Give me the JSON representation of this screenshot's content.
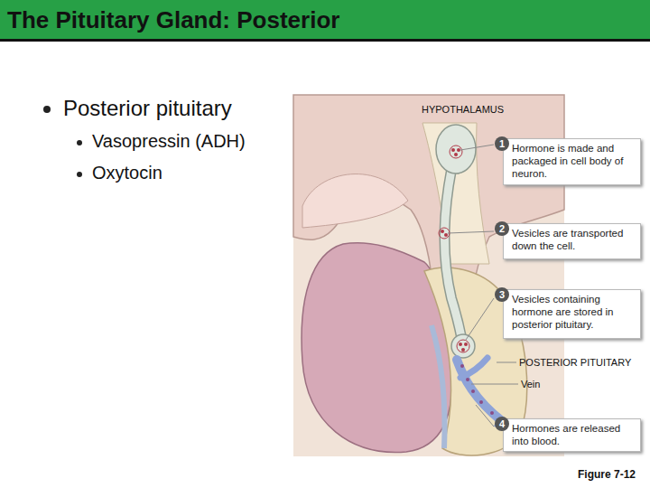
{
  "diagram": {
    "title": "The Pituitary Gland: Posterior",
    "caption": "Figure 7-12",
    "nodes": [
      {
        "text": [
          "1",
          "Hormone is made and packaged in cell body of neuron."
        ]
      },
      {
        "text": [
          "2",
          "Vesicles are transported down the cell."
        ]
      },
      {
        "text": [
          "3",
          "Vesicles containing hormone are stored in posterior pituitary."
        ]
      },
      {
        "text": [
          "4",
          "Hormones are released into blood."
        ]
      }
    ],
    "labels": [
      "Posterior pituitary",
      "Vasopressin (ADH)",
      "Oxytocin",
      "HYPOTHALAMUS",
      "POSTERIOR PITUITARY",
      "Vein"
    ]
  }
}
